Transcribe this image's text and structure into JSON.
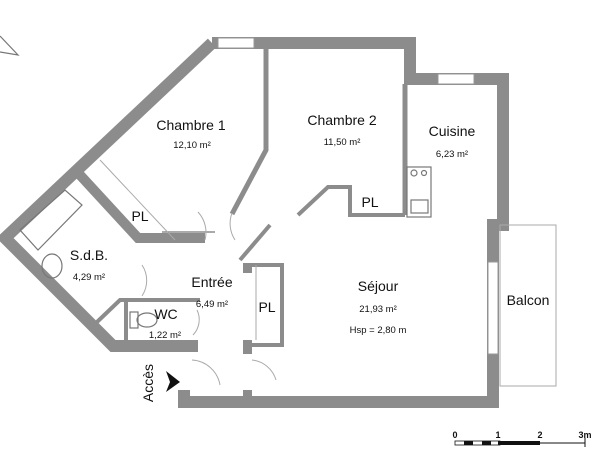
{
  "rooms": [
    {
      "name": "Chambre 1",
      "area": "12,10 m²"
    },
    {
      "name": "Chambre 2",
      "area": "11,50 m²"
    },
    {
      "name": "Cuisine",
      "area": "6,23 m²"
    },
    {
      "name": "S.d.B.",
      "area": "4,29 m²"
    },
    {
      "name": "Entrée",
      "area": "6,49 m²"
    },
    {
      "name": "WC",
      "area": "1,22 m²"
    },
    {
      "name": "Séjour",
      "area": "21,93 m²",
      "ceiling_height": "Hsp = 2,80 m"
    }
  ],
  "closets": [
    "PL",
    "PL",
    "PL"
  ],
  "balcony": "Balcon",
  "access": "Accès",
  "scale_bar": [
    "0",
    "1",
    "2",
    "3m"
  ],
  "colors": {
    "wall": "#8c8c8c"
  }
}
